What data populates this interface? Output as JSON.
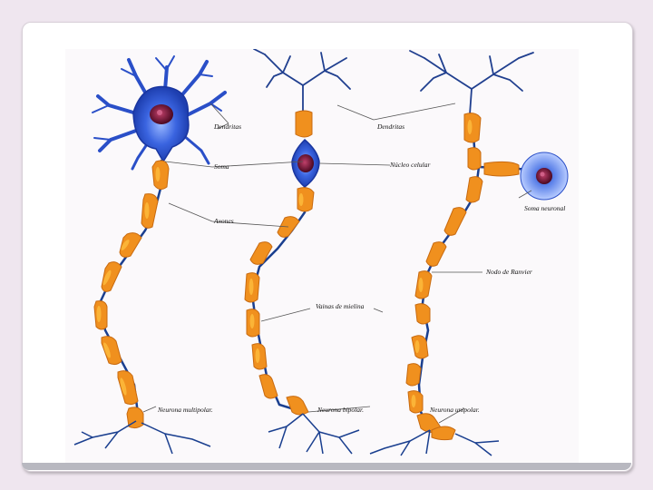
{
  "labels": {
    "dendritas_left": "Dendritas",
    "dendritas_right": "Dendritas",
    "soma": "Soma",
    "nucleo_celular": "Núcleo celular",
    "soma_neuronal": "Soma neuronal",
    "axones": "Axones",
    "nodo_de_ranvier": "Nodo de Ranvier",
    "vainas_de_mielina": "Vainas de mielina",
    "neurona_multipolar": "Neurona multipolar.",
    "neurona_bipolar": "Neurona bipolar.",
    "neurona_unipolar": "Neurona unipolar."
  },
  "colors": {
    "myelin": "#f0901e",
    "myelin_highlight": "#ffc040",
    "axon": "#1a3f8f",
    "soma": "#2f5bd8",
    "nucleus": "#6a1030",
    "dendrite": "#203f8f",
    "leader_line": "#555555"
  }
}
